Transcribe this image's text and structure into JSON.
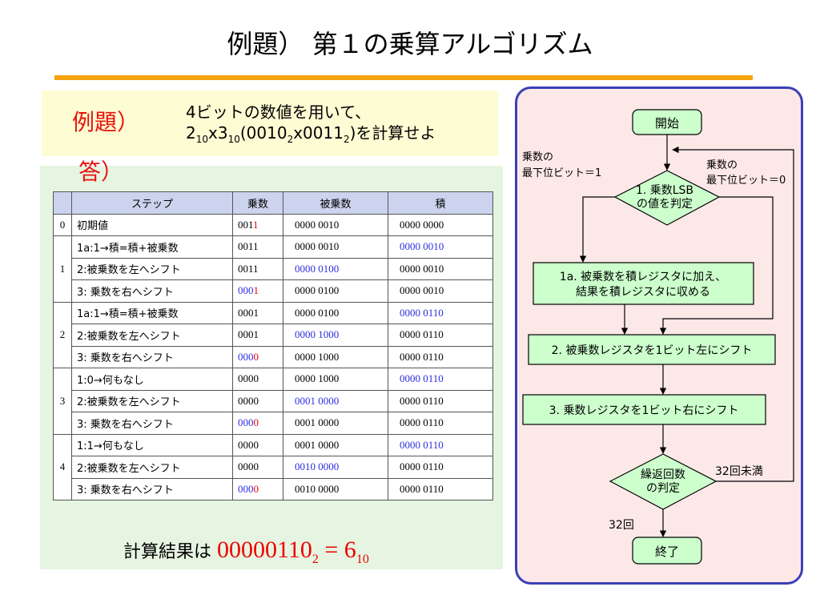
{
  "title": "例題） 第１の乗算アルゴリズム",
  "question": {
    "label": "例題）",
    "line1": "4ビットの数値を用いて、",
    "line2": {
      "a": "2",
      "a_sub": "10",
      "x": "x",
      "b": "3",
      "b_sub": "10",
      "paren": "(0010",
      "paren_sub": "2",
      "mid": "x0011",
      "mid_sub": "2",
      "tail": ")を計算せよ"
    }
  },
  "answer_label": "答）",
  "table": {
    "headers": [
      "",
      "ステップ",
      "乗数",
      "被乗数",
      "積"
    ],
    "groups": [
      {
        "step": "0",
        "rows": [
          {
            "desc": "初期値",
            "mul_a": "001",
            "mul_b": "1",
            "mul_b_color": "red",
            "mcand": "0000 0010",
            "mcand_color": "black",
            "prod": "0000 0000",
            "prod_color": "black"
          }
        ]
      },
      {
        "step": "1",
        "rows": [
          {
            "desc": "1a:1→積=積+被乗数",
            "mul_a": "0011",
            "mul_b": "",
            "mul_a_color": "black",
            "mcand": "0000 0010",
            "mcand_color": "black",
            "prod": "0000 0010",
            "prod_color": "blue"
          },
          {
            "desc": "2:被乗数を左へシフト",
            "mul_a": "0011",
            "mul_b": "",
            "mul_a_color": "black",
            "mcand": "0000 0100",
            "mcand_color": "blue",
            "prod": "0000 0010",
            "prod_color": "black"
          },
          {
            "desc": "3: 乗数を右へシフト",
            "mul_a": "000",
            "mul_b": "1",
            "mul_a_color": "blue",
            "mul_b_color": "red",
            "mcand": "0000 0100",
            "mcand_color": "black",
            "prod": "0000 0010",
            "prod_color": "black"
          }
        ]
      },
      {
        "step": "2",
        "rows": [
          {
            "desc": "1a:1→積=積+被乗数",
            "mul_a": "0001",
            "mul_b": "",
            "mul_a_color": "black",
            "mcand": "0000 0100",
            "mcand_color": "black",
            "prod": "0000 0110",
            "prod_color": "blue"
          },
          {
            "desc": "2:被乗数を左へシフト",
            "mul_a": "0001",
            "mul_b": "",
            "mul_a_color": "black",
            "mcand": "0000 1000",
            "mcand_color": "blue",
            "prod": "0000 0110",
            "prod_color": "black"
          },
          {
            "desc": "3: 乗数を右へシフト",
            "mul_a": "000",
            "mul_b": "0",
            "mul_a_color": "blue",
            "mul_b_color": "red",
            "mcand": "0000 1000",
            "mcand_color": "black",
            "prod": "0000 0110",
            "prod_color": "black"
          }
        ]
      },
      {
        "step": "3",
        "rows": [
          {
            "desc": "1:0→何もなし",
            "mul_a": "0000",
            "mul_b": "",
            "mul_a_color": "black",
            "mcand": "0000 1000",
            "mcand_color": "black",
            "prod": "0000 0110",
            "prod_color": "blue"
          },
          {
            "desc": "2:被乗数を左へシフト",
            "mul_a": "0000",
            "mul_b": "",
            "mul_a_color": "black",
            "mcand": "0001 0000",
            "mcand_color": "blue",
            "prod": "0000 0110",
            "prod_color": "black"
          },
          {
            "desc": "3: 乗数を右へシフト",
            "mul_a": "000",
            "mul_b": "0",
            "mul_a_color": "blue",
            "mul_b_color": "red",
            "mcand": "0001 0000",
            "mcand_color": "black",
            "prod": "0000 0110",
            "prod_color": "black"
          }
        ]
      },
      {
        "step": "4",
        "rows": [
          {
            "desc": "1:1→何もなし",
            "mul_a": "0000",
            "mul_b": "",
            "mul_a_color": "black",
            "mcand": "0001 0000",
            "mcand_color": "black",
            "prod": "0000 0110",
            "prod_color": "blue"
          },
          {
            "desc": "2:被乗数を左へシフト",
            "mul_a": "0000",
            "mul_b": "",
            "mul_a_color": "black",
            "mcand": "0010 0000",
            "mcand_color": "blue",
            "prod": "0000 0110",
            "prod_color": "black"
          },
          {
            "desc": "3: 乗数を右へシフト",
            "mul_a": "000",
            "mul_b": "0",
            "mul_a_color": "blue",
            "mul_b_color": "red",
            "mcand": "0010 0000",
            "mcand_color": "black",
            "prod": "0000 0110",
            "prod_color": "black"
          }
        ]
      }
    ]
  },
  "result": {
    "prefix": "計算結果は ",
    "value": "00000110",
    "value_sub": "2",
    "eq": " = 6",
    "eq_sub": "10"
  },
  "flowchart": {
    "start": "開始",
    "left_branch": [
      "乗数の",
      "最下位ビット＝1"
    ],
    "right_branch": [
      "乗数の",
      "最下位ビット＝0"
    ],
    "decision1": [
      "1. 乗数LSB",
      "の値を判定"
    ],
    "box1a": [
      "1a. 被乗数を積レジスタに加え、",
      "結果を積レジスタに収める"
    ],
    "box2": "2. 被乗数レジスタを1ビット左にシフト",
    "box3": "3. 乗数レジスタを1ビット右にシフト",
    "decision2": [
      "繰返回数",
      "の判定"
    ],
    "loop_label": "32回未満",
    "done_label": "32回",
    "end": "終了"
  },
  "colors": {
    "accent_rule": "#f4a30c",
    "question_bg": "#fefcd3",
    "answer_bg": "#e5f5e1",
    "header_bg": "#ccd3ee",
    "flow_border": "#3a40b6",
    "flow_bg": "#fde8e8",
    "shape_fill": "#ccffcc",
    "blue": "#2b2ee0",
    "red": "#e00000"
  }
}
